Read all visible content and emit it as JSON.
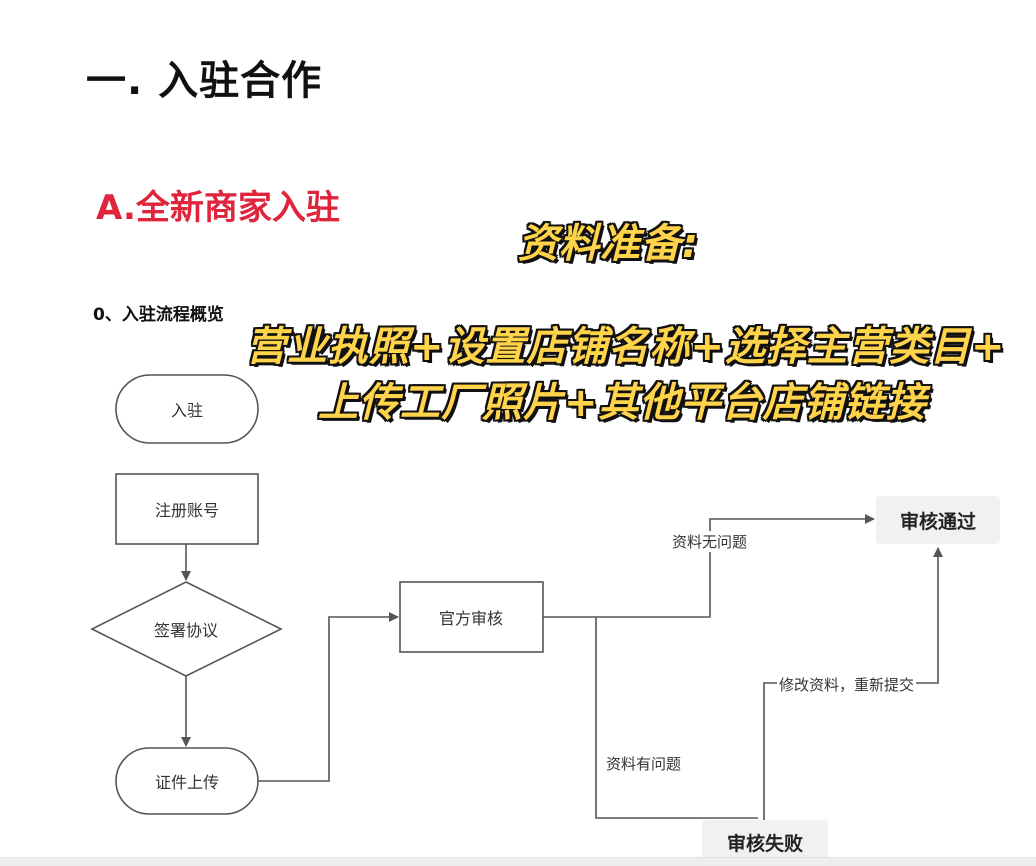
{
  "page": {
    "title": "一. 入驻合作",
    "subtitle": "A.全新商家入驻",
    "overview_label": "0、入驻流程概览"
  },
  "overlay": {
    "heading": "资料准备:",
    "line1": "营业执照+设置店铺名称+选择主营类目+",
    "line2": "上传工厂照片+其他平台店铺链接"
  },
  "flowchart": {
    "nodes": {
      "start": "入驻",
      "register": "注册账号",
      "agreement": "签署协议",
      "upload": "证件上传",
      "review": "官方审核",
      "approved": "审核通过",
      "failed": "审核失败"
    },
    "edges": {
      "no_issue": "资料无问题",
      "has_issue": "资料有问题",
      "resubmit": "修改资料，重新提交"
    }
  },
  "colors": {
    "title": "#111111",
    "subtitle": "#e0243b",
    "overlay_fill": "#ffd34a",
    "overlay_outline": "#111111",
    "line": "#555555",
    "result_box": "#f1f1f1"
  }
}
